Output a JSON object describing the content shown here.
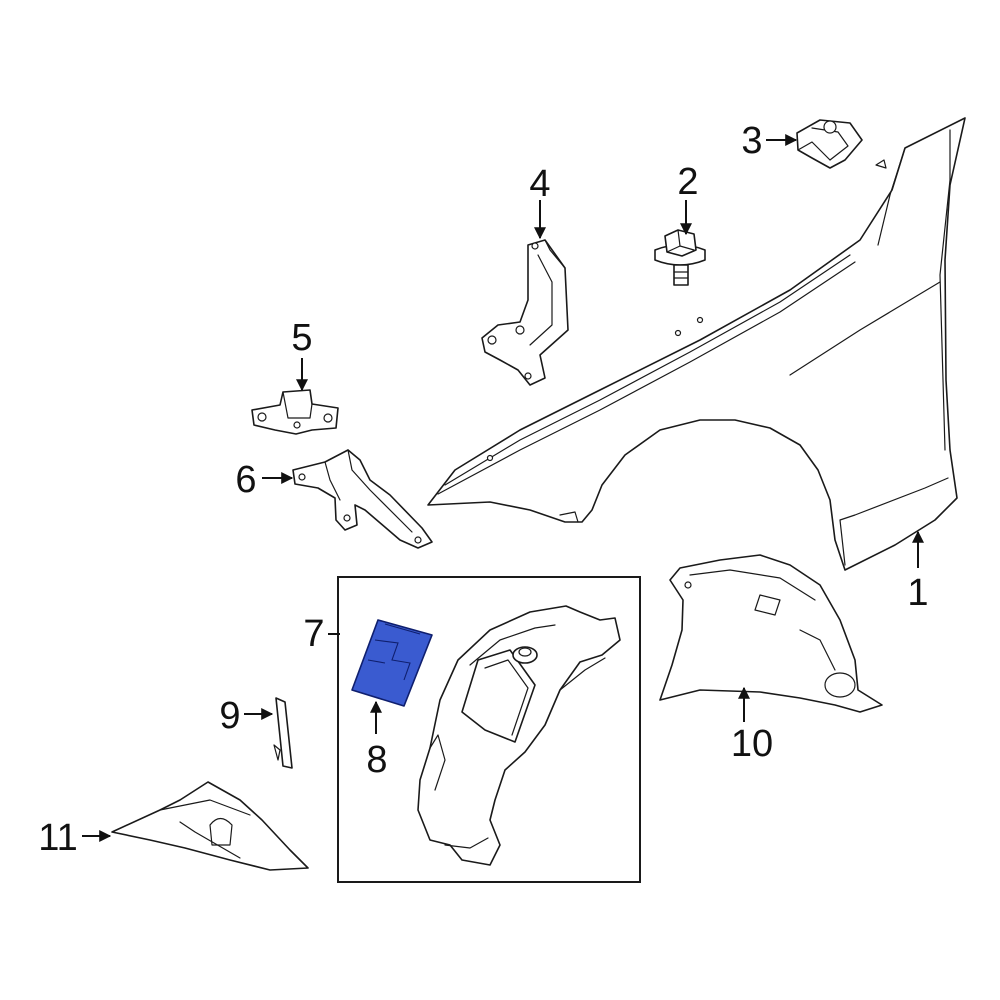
{
  "callouts": {
    "c1": "1",
    "c2": "2",
    "c3": "3",
    "c4": "4",
    "c5": "5",
    "c6": "6",
    "c7": "7",
    "c8": "8",
    "c9": "9",
    "c10": "10",
    "c11": "11"
  },
  "colors": {
    "highlight_part": "#3a5bd0",
    "line": "#1a1a1a"
  }
}
